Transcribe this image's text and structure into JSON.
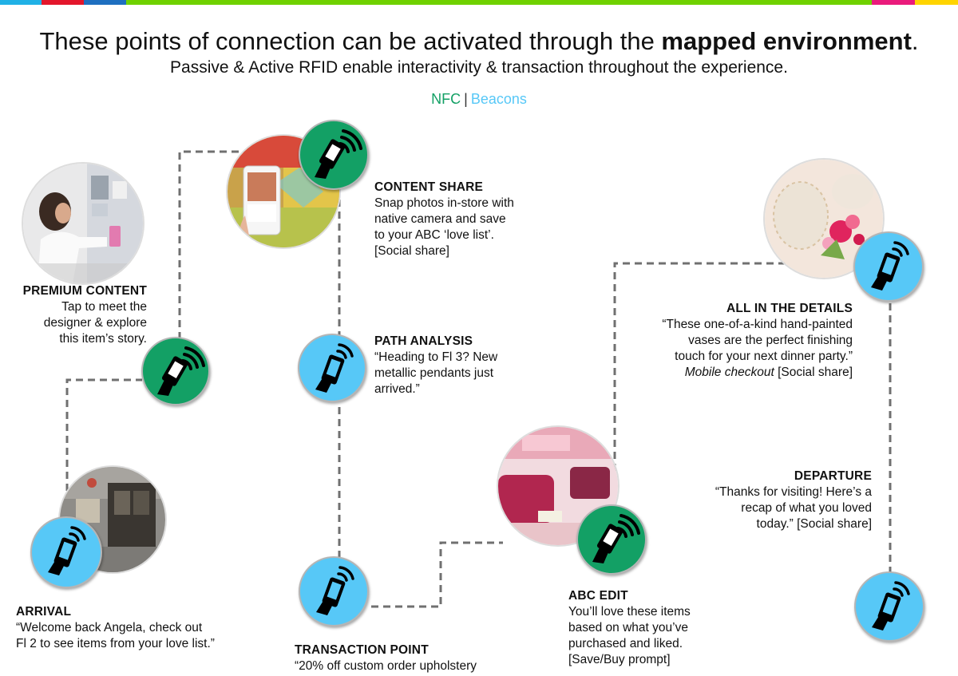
{
  "colors": {
    "topbar": [
      "#20b1e6",
      "#e3162b",
      "#1e6fc0",
      "#6fd100",
      "#ea1b7c",
      "#ffd400"
    ],
    "nfc": "#13a065",
    "beacons": "#57c8f7"
  },
  "header": {
    "title_lead": "These points of connection can be activated through the ",
    "title_bold": "mapped environment",
    "title_tail": ".",
    "subtitle": "Passive & Active RFID enable interactivity & transaction throughout the experience."
  },
  "legend": {
    "nfc": "NFC",
    "separator": "|",
    "beacons": "Beacons"
  },
  "touchpoints": {
    "premium_content": {
      "heading": "PREMIUM CONTENT",
      "lines": [
        "Tap to meet the",
        "designer & explore",
        "this item’s story."
      ],
      "type": "NFC"
    },
    "content_share": {
      "heading": "CONTENT SHARE",
      "lines": [
        "Snap photos in-store with",
        "native camera and save",
        "to your ABC ‘love list’.",
        "[Social share]"
      ],
      "type": "NFC"
    },
    "path_analysis": {
      "heading": "PATH ANALYSIS",
      "lines": [
        "“Heading to Fl 3? New",
        "metallic pendants just",
        "arrived.”"
      ],
      "type": "Beacons"
    },
    "all_in_details": {
      "heading": "ALL IN THE DETAILS",
      "lines": [
        "“These one-of-a-kind hand-painted",
        "vases are the perfect finishing",
        "touch for your next dinner party.”"
      ],
      "line4_italic": "Mobile checkout",
      "line4_rest": " [Social share]",
      "type": "Beacons"
    },
    "departure": {
      "heading": "DEPARTURE",
      "lines": [
        "“Thanks for visiting! Here’s a",
        "recap of what you loved",
        "today.” [Social share]"
      ],
      "type": "Beacons"
    },
    "arrival": {
      "heading": "ARRIVAL",
      "lines": [
        "“Welcome back Angela, check out",
        "Fl 2 to see items from your love list.”"
      ],
      "type": "Beacons"
    },
    "transaction_point": {
      "heading": "TRANSACTION POINT",
      "lines": [
        "“20% off custom order upholstery"
      ],
      "type": "Beacons"
    },
    "abc_edit": {
      "heading": "ABC EDIT",
      "lines": [
        "You’ll love these items",
        "based on what you’ve",
        "purchased and liked.",
        "[Save/Buy prompt]"
      ],
      "type": "NFC"
    }
  }
}
